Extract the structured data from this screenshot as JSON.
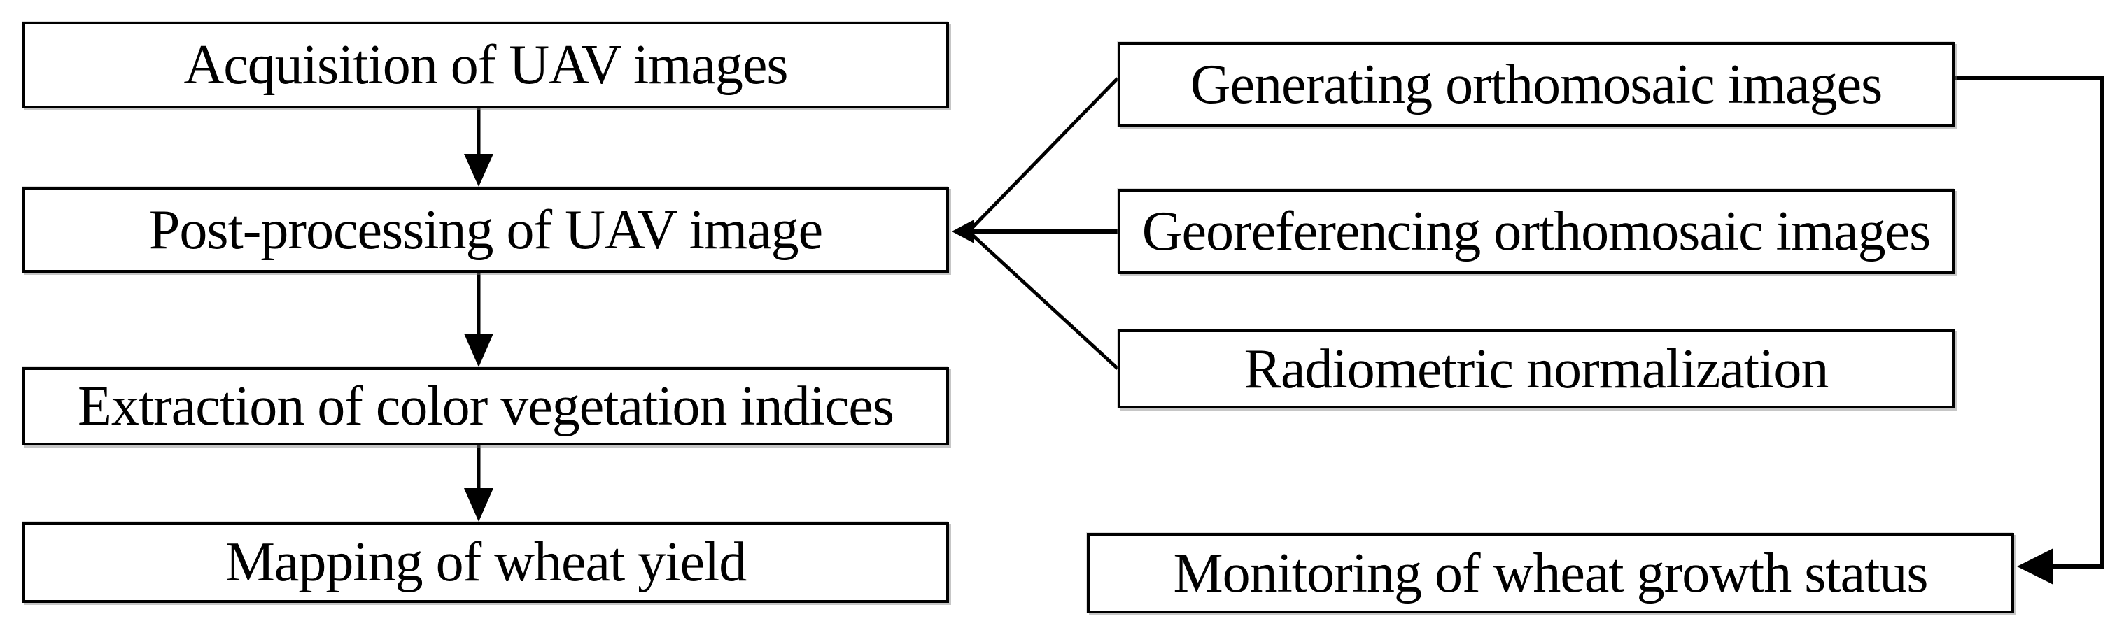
{
  "diagram": {
    "type": "flowchart",
    "boxes": {
      "acquisition": {
        "label": "Acquisition of UAV images"
      },
      "post_processing": {
        "label": "Post-processing of UAV image"
      },
      "extraction": {
        "label": "Extraction of color vegetation indices"
      },
      "mapping": {
        "label": "Mapping of wheat yield"
      },
      "generating": {
        "label": "Generating orthomosaic images"
      },
      "georeferencing": {
        "label": "Georeferencing orthomosaic images"
      },
      "radiometric": {
        "label": "Radiometric normalization"
      },
      "monitoring": {
        "label": "Monitoring of wheat growth status"
      }
    },
    "connections": [
      {
        "from": "acquisition",
        "to": "post_processing",
        "style": "arrow-down"
      },
      {
        "from": "post_processing",
        "to": "extraction",
        "style": "arrow-down"
      },
      {
        "from": "extraction",
        "to": "mapping",
        "style": "arrow-down"
      },
      {
        "from": "generating",
        "to": "post_processing",
        "style": "line-arrowhead-at-post_processing"
      },
      {
        "from": "georeferencing",
        "to": "post_processing",
        "style": "line-arrowhead-at-post_processing"
      },
      {
        "from": "radiometric",
        "to": "post_processing",
        "style": "line-arrowhead-at-post_processing"
      },
      {
        "from": "generating",
        "to": "monitoring",
        "style": "routed-right-edge-arrowhead-at-monitoring"
      }
    ],
    "colors": {
      "background": "#ffffff",
      "box_fill": "#ffffff",
      "box_border": "#000000",
      "line": "#000000",
      "text": "#000000"
    }
  }
}
